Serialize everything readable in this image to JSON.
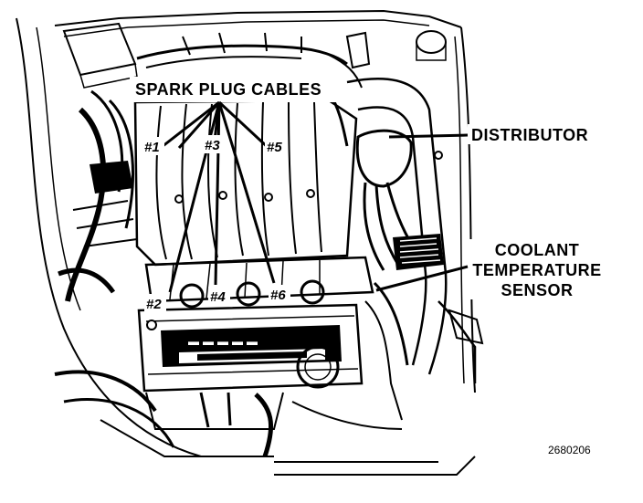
{
  "callouts": {
    "spark_plug_cables": "SPARK PLUG CABLES",
    "distributor": "DISTRIBUTOR",
    "coolant_line1": "COOLANT",
    "coolant_line2": "TEMPERATURE",
    "coolant_line3": "SENSOR"
  },
  "cylinders": {
    "c1": "#1",
    "c2": "#2",
    "c3": "#3",
    "c4": "#4",
    "c5": "#5",
    "c6": "#6"
  },
  "figure_ref": "2680206"
}
